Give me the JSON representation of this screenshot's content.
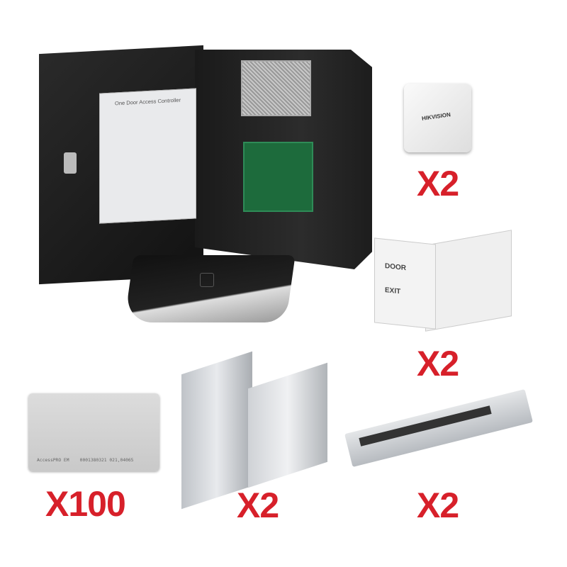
{
  "controller": {
    "sheet_title": "One Door Access Controller"
  },
  "reader_white": {
    "brand": "HIKVISION"
  },
  "exit_button": {
    "line1": "DOOR",
    "line2": "EXIT"
  },
  "card": {
    "text": "AccessPRO EM    0001380321 021,04065"
  },
  "quantities": {
    "reader_white": "X2",
    "exit_button": "X2",
    "cards": "X100",
    "brackets": "X2",
    "maglock": "X2"
  },
  "colors": {
    "quantity_red": "#d7202a"
  }
}
